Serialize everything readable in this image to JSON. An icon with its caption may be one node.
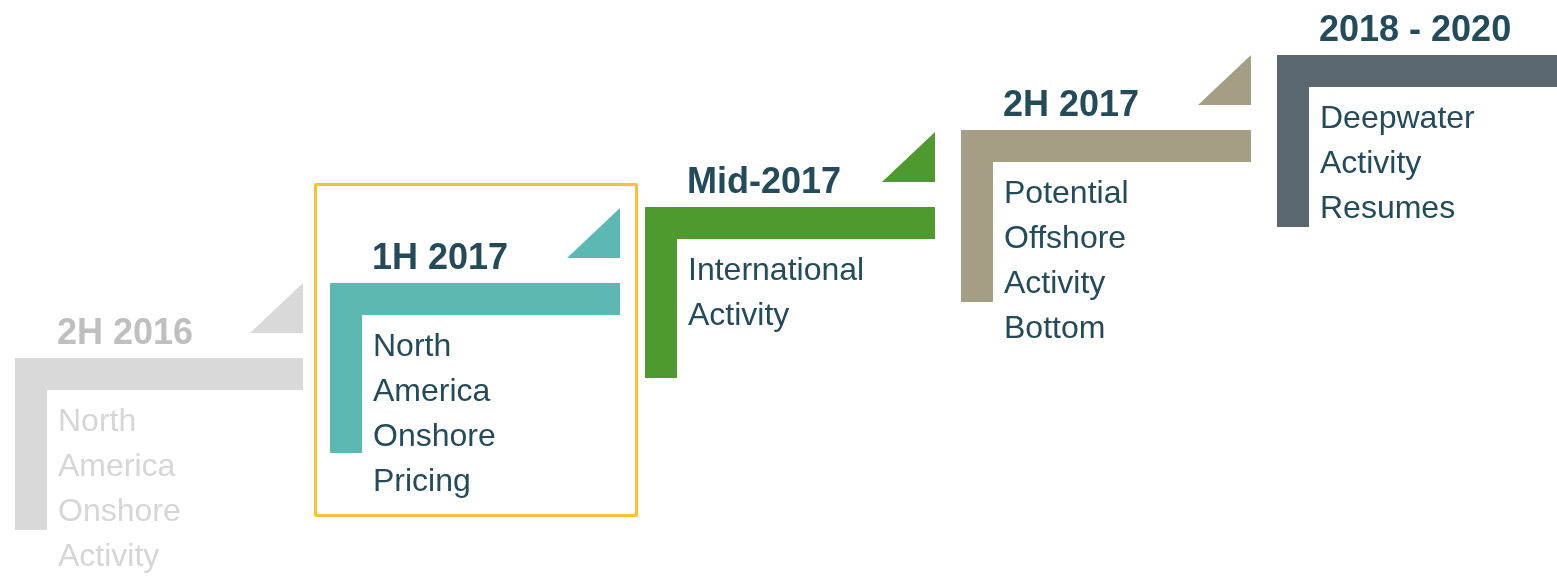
{
  "diagram": {
    "nodes": [
      {
        "text": [
          "2H 2016",
          "North America Onshore Activity"
        ]
      },
      {
        "text": [],
        "shape": "box"
      },
      {
        "text": [
          "1H 2017",
          "North America Onshore Pricing"
        ],
        "in": 1
      },
      {
        "text": [
          "Mid-2017",
          "International Activity"
        ]
      },
      {
        "text": [
          "2H 2017",
          "Potential Offshore Activity Bottom"
        ]
      },
      {
        "text": [
          "2018 - 2020",
          "Deepwater Activity Resumes"
        ]
      }
    ]
  }
}
